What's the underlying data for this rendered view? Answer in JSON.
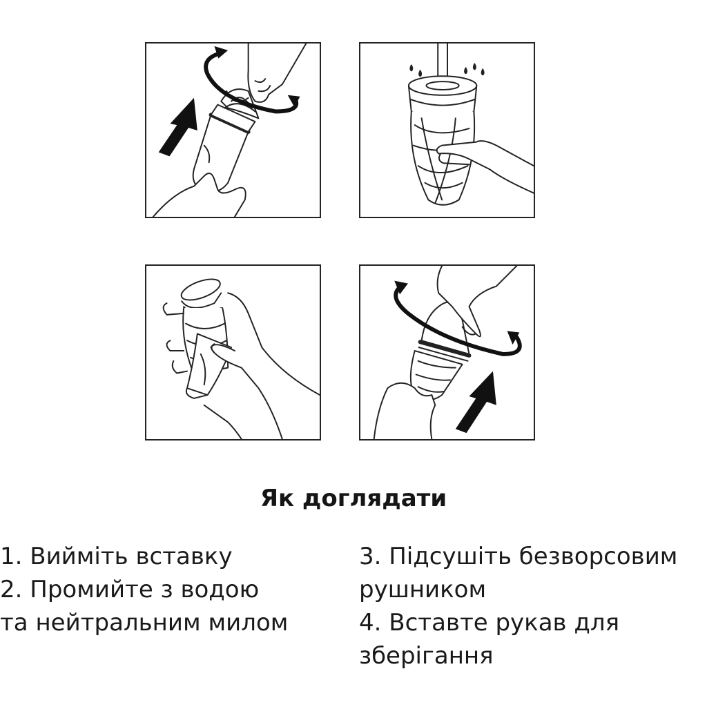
{
  "title": "Як доглядати",
  "steps_left": [
    "1. Вийміть вставку",
    "2. Промийте з водою",
    "та нейтральним милом"
  ],
  "steps_right": [
    "3. Підсушіть безворсовим",
    "рушником",
    "4. Вставте рукав для",
    "зберігання"
  ],
  "colors": {
    "ink": "#1a1a1a",
    "background": "#ffffff"
  },
  "illustrations": [
    {
      "name": "remove-insert",
      "icons": [
        "rotate-arrow-icon",
        "up-arrow-icon"
      ]
    },
    {
      "name": "rinse-with-water",
      "icons": [
        "water-stream-icon"
      ]
    },
    {
      "name": "dry-with-towel",
      "icons": [
        "towel-icon"
      ]
    },
    {
      "name": "reinsert-sleeve",
      "icons": [
        "rotate-arrow-icon",
        "up-arrow-icon"
      ]
    }
  ]
}
